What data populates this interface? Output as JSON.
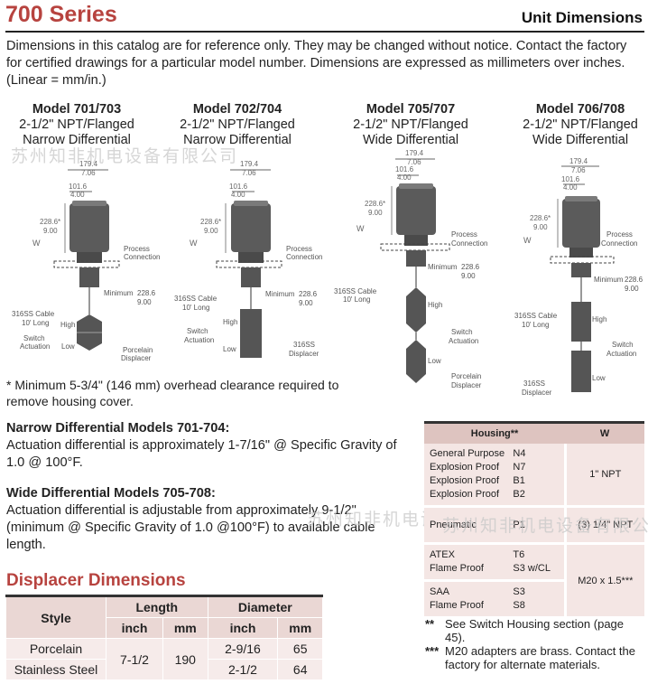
{
  "header": {
    "series": "700 Series",
    "section_title": "Unit Dimensions"
  },
  "intro": "Dimensions in this catalog are for reference only. They may be changed without notice. Contact the factory for certified drawings for a particular model number. Dimensions are expressed as millimeters over inches. (Linear = mm/in.)",
  "models": [
    {
      "title": "Model 701/703",
      "line1": "2-1/2\" NPT/Flanged",
      "line2": "Narrow Differential"
    },
    {
      "title": "Model 702/704",
      "line1": "2-1/2\" NPT/Flanged",
      "line2": "Narrow Differential"
    },
    {
      "title": "Model 705/707",
      "line1": "2-1/2\" NPT/Flanged",
      "line2": "Wide Differential"
    },
    {
      "title": "Model 706/708",
      "line1": "2-1/2\" NPT/Flanged",
      "line2": "Wide Differential"
    }
  ],
  "drawing_labels": {
    "d1_mm": "179.4",
    "d1_in": "7.06",
    "d2_mm": "101.6",
    "d2_in": "4.00",
    "d3_mm": "228.6*",
    "d3_in": "9.00",
    "min_label": "Minimum",
    "min_mm": "228.6",
    "min_in": "9.00",
    "w": "W",
    "process": "Process",
    "connection": "Connection",
    "cable": "316SS Cable",
    "long": "10' Long",
    "high": "High",
    "low": "Low",
    "switch": "Switch",
    "actuation": "Actuation",
    "porcelain": "Porcelain",
    "displacer": "Displacer",
    "ss316": "316SS"
  },
  "clearance_note": "* Minimum 5-3/4\" (146 mm) overhead clearance required to remove housing cover.",
  "narrow": {
    "heading": "Narrow Differential Models 701-704:",
    "text": "Actuation differential is approximately 1-7/16\" @ Specific Gravity of 1.0 @ 100°F."
  },
  "wide": {
    "heading": "Wide Differential Models 705-708:",
    "text": "Actuation differential is adjustable from approximately 9-1/2\" (minimum @ Specific Gravity of 1.0 @100°F) to available cable length."
  },
  "watermark": "苏州知非机电设备有限公司",
  "displacer": {
    "heading": "Displacer Dimensions",
    "col_style": "Style",
    "col_length": "Length",
    "col_diameter": "Diameter",
    "inch": "inch",
    "mm": "mm",
    "rows": [
      {
        "style": "Porcelain",
        "dia_in": "2-9/16",
        "dia_mm": "65"
      },
      {
        "style": "Stainless Steel",
        "dia_in": "2-1/2",
        "dia_mm": "64"
      }
    ],
    "length_in": "7-1/2",
    "length_mm": "190"
  },
  "housing": {
    "col_housing": "Housing**",
    "col_w": "W",
    "groups": [
      {
        "names": "General Purpose\nExplosion Proof\nExplosion Proof\nExplosion Proof",
        "codes": "N4\nN7\nB1\nB2",
        "w": "1\" NPT"
      },
      {
        "names": "Pneumatic",
        "codes": "P1",
        "w": "(3) 1/4\" NPT"
      },
      {
        "names": "ATEX\nFlame Proof",
        "codes": "T6\nS3 w/CL",
        "w": "M20 x 1.5***"
      },
      {
        "names": "SAA\nFlame Proof",
        "codes": "S3\nS8",
        "w": ""
      }
    ],
    "footnote1_mark": "**",
    "footnote1": "See Switch Housing section (page 45).",
    "footnote2_mark": "***",
    "footnote2": "M20 adapters are brass. Contact the factory for alternate materials."
  }
}
